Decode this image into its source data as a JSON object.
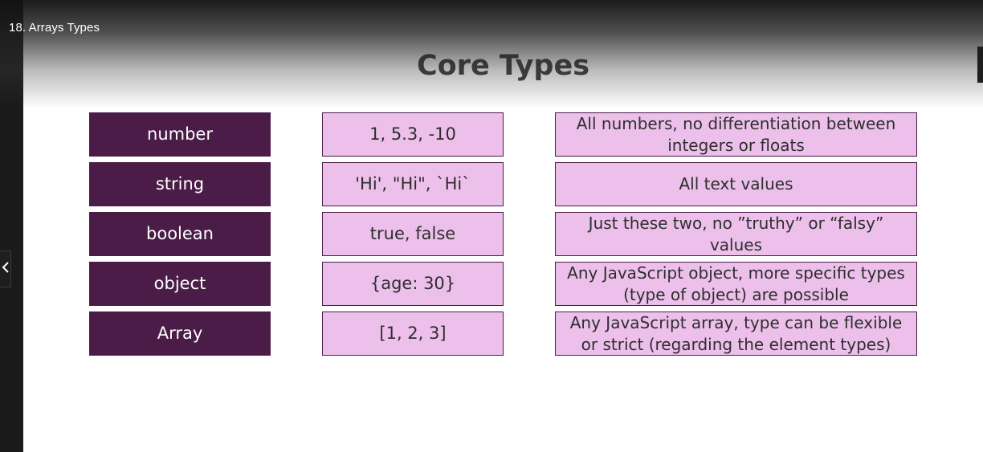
{
  "player": {
    "video_title": "18. Arrays Types"
  },
  "slide": {
    "title": "Core Types",
    "rows": [
      {
        "type": "number",
        "example": "1, 5.3, -10",
        "description": "All numbers, no differentiation between integers or floats"
      },
      {
        "type": "string",
        "example": "'Hi', \"Hi\", `Hi`",
        "description": "All text values"
      },
      {
        "type": "boolean",
        "example": "true, false",
        "description": "Just these two, no ”truthy” or “falsy” values"
      },
      {
        "type": "object",
        "example": "{age: 30}",
        "description": "Any JavaScript object, more specific types (type of object) are possible"
      },
      {
        "type": "Array",
        "example": "[1, 2, 3]",
        "description": "Any JavaScript array, type can be flexible or strict (regarding the element types)"
      }
    ]
  },
  "colors": {
    "type_box": "#4a1c47",
    "value_box": "#ecc0ea",
    "title_text": "#3a3a3a"
  },
  "icons": {
    "previous": "chevron-left-icon"
  }
}
